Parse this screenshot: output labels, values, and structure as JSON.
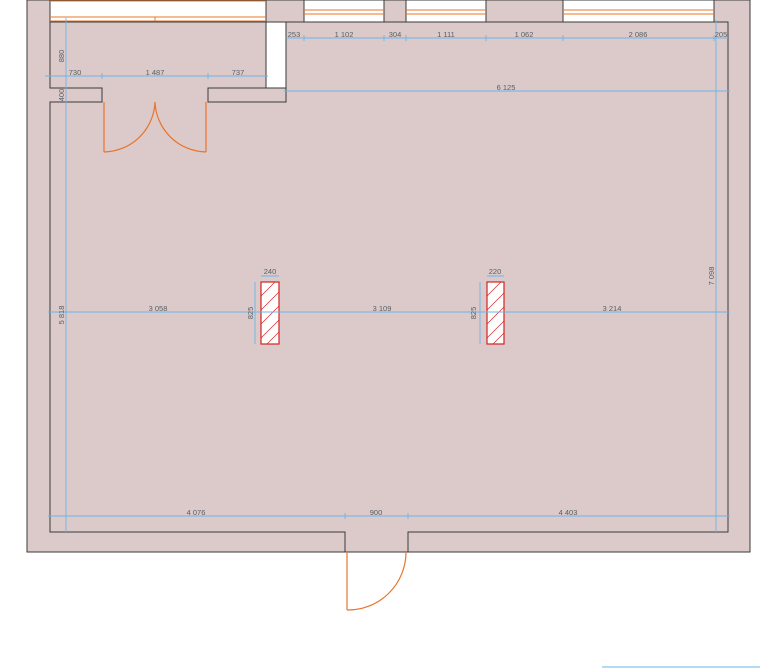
{
  "title": "",
  "dimensions": {
    "top_row": [
      "253",
      "1 102",
      "304",
      "1 111",
      "1 062",
      "2 086",
      "205"
    ],
    "vestibule_row": [
      "730",
      "1 487",
      "737"
    ],
    "vestibule_depth": "880",
    "vestibule_wall": "400",
    "main_width": "6 125",
    "middle_row": [
      "3 058",
      "3 109",
      "3 214"
    ],
    "left_height": "5 818",
    "right_height": "7 098",
    "column_1_width": "240",
    "column_1_height": "825",
    "column_2_width": "220",
    "column_2_height": "825",
    "bottom_row": [
      "4 076",
      "900",
      "4 403"
    ]
  },
  "colors": {
    "wall_fill": "#dccaca",
    "wall_outline": "#3a3a3a",
    "dimension_line": "#6cb4e4",
    "door_window": "#e8742a",
    "column": "#d42020"
  }
}
